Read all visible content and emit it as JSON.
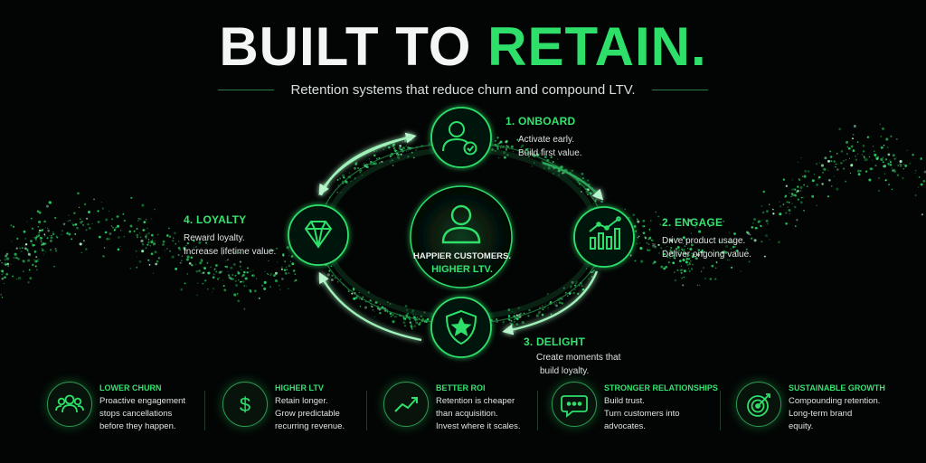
{
  "header": {
    "title_white": "BUILT TO ",
    "title_green": "RETAIN.",
    "subtitle": "Retention systems that reduce churn and compound LTV."
  },
  "center": {
    "icon": "user-icon",
    "line1": "HAPPIER CUSTOMERS.",
    "line2": "HIGHER LTV."
  },
  "steps": [
    {
      "title": "1. ONBOARD",
      "lines": [
        "Activate early.",
        "Build first value."
      ],
      "icon": "user-check-icon"
    },
    {
      "title": "2. ENGAGE",
      "lines": [
        "Drive product usage.",
        "Deliver ongoing value."
      ],
      "icon": "bar-chart-icon"
    },
    {
      "title": "3. DELIGHT",
      "lines": [
        "Create moments that",
        "build loyalty."
      ],
      "icon": "shield-star-icon"
    },
    {
      "title": "4. LOYALTY",
      "lines": [
        "Reward loyalty.",
        "Increase lifetime value."
      ],
      "icon": "diamond-icon"
    }
  ],
  "benefits": [
    {
      "title": "LOWER CHURN",
      "lines": [
        "Proactive engagement",
        "stops cancellations",
        "before they happen."
      ],
      "icon": "people-group-icon"
    },
    {
      "title": "HIGHER LTV",
      "lines": [
        "Retain longer.",
        "Grow predictable",
        "recurring revenue."
      ],
      "icon": "dollar-icon"
    },
    {
      "title": "BETTER ROI",
      "lines": [
        "Retention is cheaper",
        "than acquisition.",
        "Invest where it scales."
      ],
      "icon": "trend-up-icon"
    },
    {
      "title": "STRONGER RELATIONSHIPS",
      "lines": [
        "Build trust.",
        "Turn customers into",
        "advocates."
      ],
      "icon": "chat-bubble-icon"
    },
    {
      "title": "SUSTAINABLE GROWTH",
      "lines": [
        "Compounding retention.",
        "Long-term brand",
        "equity."
      ],
      "icon": "target-icon"
    }
  ],
  "colors": {
    "accent": "#2ee06a",
    "background": "#030504",
    "text": "#e8ece9"
  }
}
